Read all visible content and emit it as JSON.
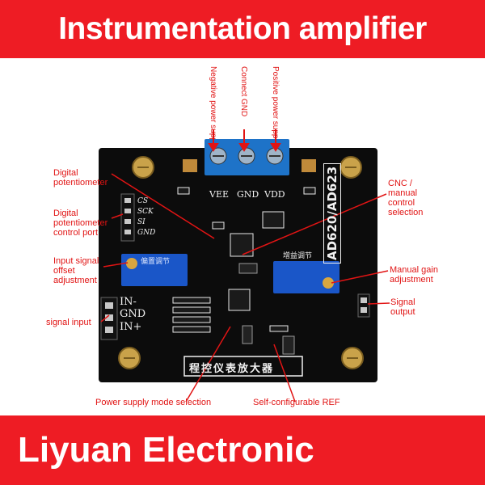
{
  "header": {
    "title": "Instrumentation amplifier module"
  },
  "footer": {
    "brand": "Liyuan Electronic"
  },
  "callouts": {
    "negative_power": "Negative power supply",
    "connect_gnd": "Connect GND",
    "positive_power": "Positive power supply",
    "digital_pot": "Digital potentiometer",
    "digital_pot_port": "Digital potentiometer control port",
    "input_offset": "Input signal offset adjustment",
    "signal_input": "signal input",
    "power_mode": "Power supply mode selection",
    "self_ref": "Self-configurable REF",
    "cnc_control": "CNC / manual control selection",
    "manual_gain": "Manual gain adjustment",
    "signal_output": "Signal output"
  },
  "board": {
    "terminal_labels": [
      "VEE",
      "GND",
      "VDD"
    ],
    "chip_label": "AD620/AD623",
    "pin_labels": [
      "CS",
      "SCK",
      "SI",
      "GND"
    ],
    "input_labels": [
      "IN-",
      "GND",
      "IN+"
    ],
    "bottom_cn": "程控仪表放大器",
    "left_knob_cn": "偏置调节",
    "right_knob_cn": "增益调节"
  },
  "colors": {
    "accent": "#ee1c24",
    "label": "#e11414",
    "board": "#0c0c0c",
    "pot": "#1a56c8"
  }
}
